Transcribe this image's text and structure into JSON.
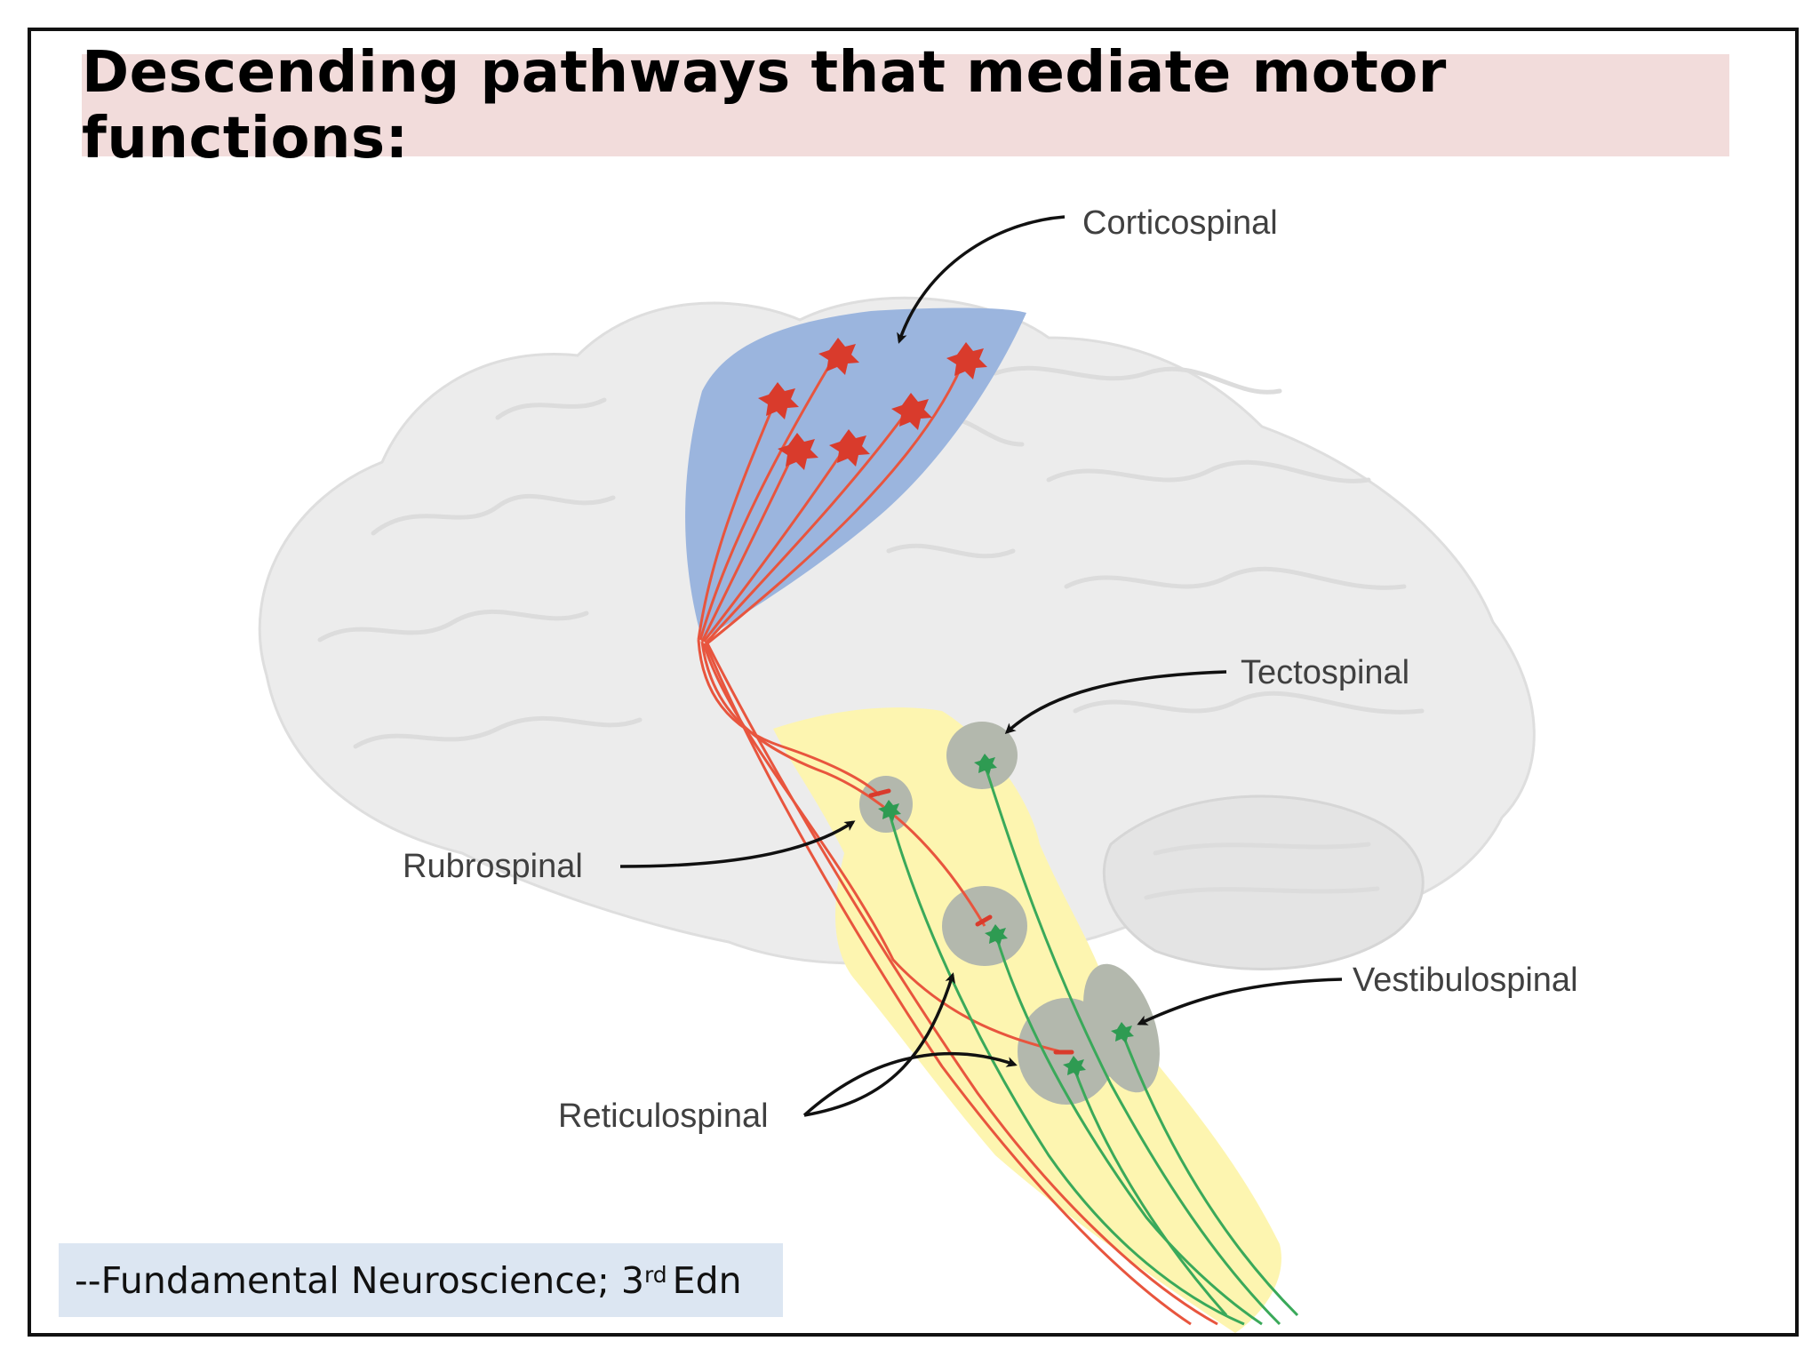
{
  "title": "Descending pathways that mediate motor functions:",
  "labels": {
    "corticospinal": "Corticospinal",
    "tectospinal": "Tectospinal",
    "rubrospinal": "Rubrospinal",
    "vestibulospinal": "Vestibulospinal",
    "reticulospinal": "Reticulospinal"
  },
  "citation": {
    "prefix": "--Fundamental Neuroscience; 3",
    "superscript": "rd",
    "suffix": "Edn"
  },
  "colors": {
    "motor_cortex": "#9bb5de",
    "brainstem": "#fdf5b0",
    "nucleus": "#b3b8ad",
    "brain": "#ececec",
    "cortical_fibers": "#e8553e",
    "brainstem_fibers": "#3aa95a"
  }
}
